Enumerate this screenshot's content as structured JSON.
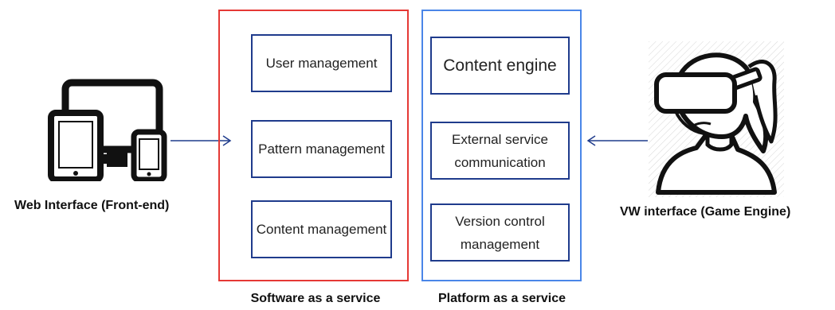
{
  "left_actor": {
    "label": "Web Interface (Front-end)",
    "icon": "devices-icon"
  },
  "right_actor": {
    "label": "VW interface (Game Engine)",
    "icon": "vr-headset-user-icon"
  },
  "saas": {
    "caption": "Software as a service",
    "border_color": "#e53935",
    "boxes": [
      {
        "label": "User management"
      },
      {
        "label": "Pattern management"
      },
      {
        "label": "Content management"
      }
    ]
  },
  "paas": {
    "caption": "Platform as a service",
    "border_color": "#4a86e8",
    "boxes": [
      {
        "label": "Content engine"
      },
      {
        "label": "External service communication"
      },
      {
        "label": "Version control management"
      }
    ]
  },
  "colors": {
    "box_border": "#1f3b8c",
    "arrow": "#1f3b8c"
  }
}
